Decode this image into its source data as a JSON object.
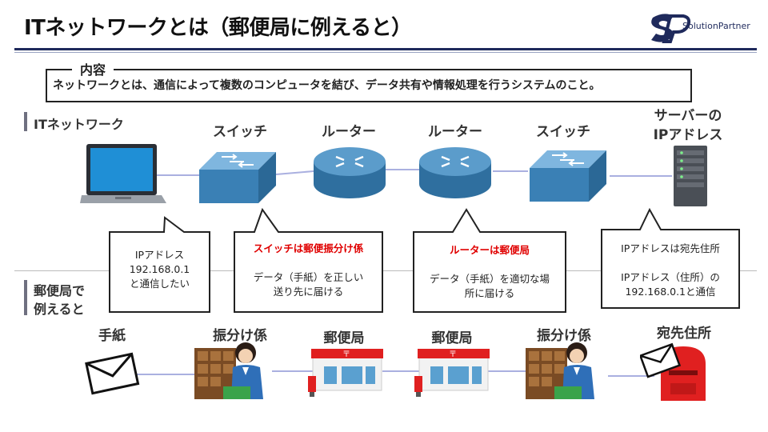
{
  "title": "ITネットワークとは（郵便局に例えると）",
  "logo": {
    "text": "SolutionPartner"
  },
  "content": {
    "label": "内容",
    "text": "ネットワークとは、通信によって複数のコンピュータを結び、データ共有や情報処理を行うシステムのこと。"
  },
  "sections": {
    "it": "ITネットワーク",
    "post_line1": "郵便局で",
    "post_line2": "例えると"
  },
  "network": {
    "switch1": "スイッチ",
    "router1": "ルーター",
    "router2": "ルーター",
    "switch2": "スイッチ",
    "server_line1": "サーバーの",
    "server_line2": "IPアドレス"
  },
  "callouts": {
    "pc": {
      "line1": "IPアドレス",
      "line2": "192.168.0.1",
      "line3": "と通信したい"
    },
    "switch": {
      "heading": "スイッチは郵便振分け係",
      "line1": "データ（手紙）を正しい",
      "line2": "送り先に届ける"
    },
    "router": {
      "heading": "ルーターは郵便局",
      "line1": "データ（手紙）を適切な場",
      "line2": "所に届ける"
    },
    "server": {
      "heading": "IPアドレスは宛先住所",
      "line1": "IPアドレス（住所）の",
      "line2": "192.168.0.1と通信"
    }
  },
  "post": {
    "letter": "手紙",
    "sorter1": "振分け係",
    "office1": "郵便局",
    "office2": "郵便局",
    "sorter2": "振分け係",
    "address": "宛先住所"
  },
  "colors": {
    "accent": "#1f2a5c",
    "red": "#e00000",
    "device_blue": "#3e86b8",
    "link": "#aab0e0"
  }
}
